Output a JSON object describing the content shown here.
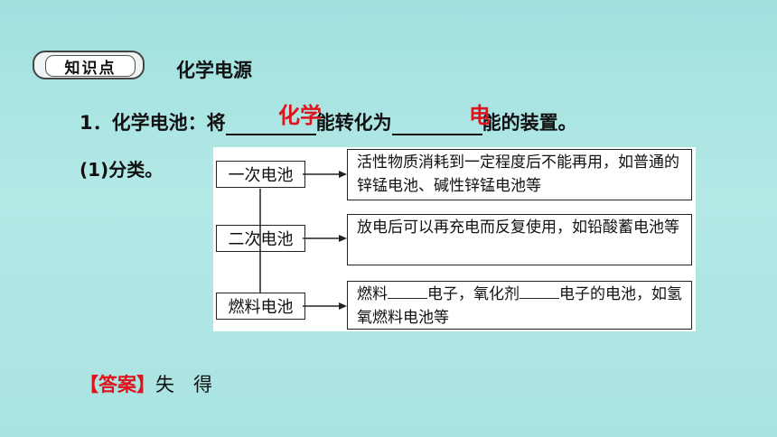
{
  "section": {
    "badge_label": "知识点",
    "title": "化学电源"
  },
  "point1": {
    "prefix": "1．化学电池：将",
    "middle": "能转化为",
    "suffix": "能的装置。",
    "answer1": "化学",
    "answer2": "电"
  },
  "classification": {
    "label": "(1)分类。",
    "categories": [
      {
        "name": "一次电池",
        "description": "活性物质消耗到一定程度后不能再用，如普通的锌锰电池、碱性锌锰电池等"
      },
      {
        "name": "二次电池",
        "description": "放电后可以再充电而反复使用，如铅酸蓄电池等"
      },
      {
        "name": "燃料电池",
        "desc_part1": "燃料",
        "desc_part2": "电子，氧化剂",
        "desc_part3": "电子的电池，如氢氧燃料电池等"
      }
    ]
  },
  "answer": {
    "tag": "【答案】",
    "text": "失　得"
  }
}
